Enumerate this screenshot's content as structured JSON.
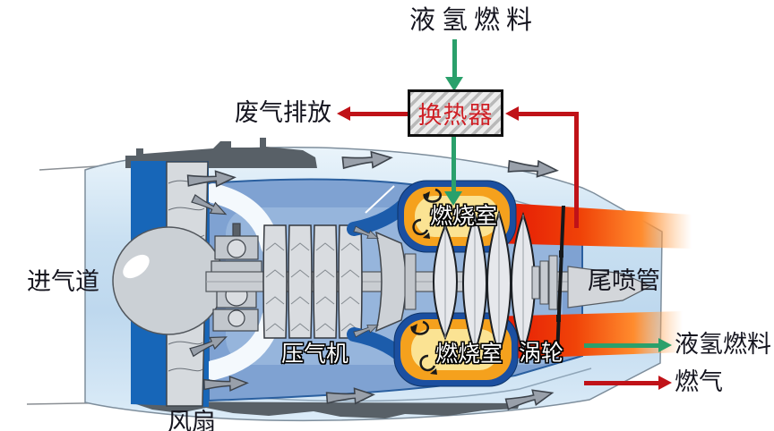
{
  "diagram": {
    "fuel_supply_label": "液氢燃料",
    "exhaust_emission_label": "废气排放",
    "heat_exchanger_label": "换热器",
    "intake_label": "进气道",
    "fan_label": "风扇",
    "compressor_label": "压气机",
    "combustor_top_label": "燃烧室",
    "combustor_bottom_label": "燃烧室",
    "turbine_label": "涡轮",
    "nozzle_label": "尾喷管"
  },
  "legend": {
    "items": [
      {
        "label": "液氢燃料",
        "color": "#2aa06b"
      },
      {
        "label": "燃气",
        "color": "#c01218"
      }
    ]
  },
  "colors": {
    "hydrogen_green": "#2aa06b",
    "hot_gas_red": "#c01218",
    "heat_exchanger_text": "#ce2026",
    "combustor_orange": "#f5a11d",
    "combustor_yellow": "#fbe393",
    "fan_blue": "#1766b8",
    "nacelle_blue": "#d3e6f5",
    "label_text": "#15151f"
  }
}
